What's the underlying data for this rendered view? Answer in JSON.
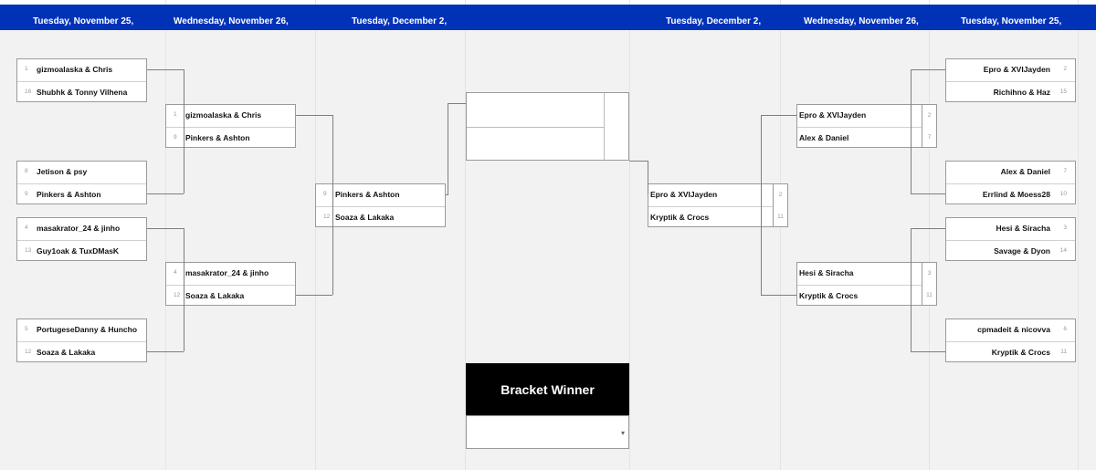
{
  "header": {
    "round_dates": [
      "Tuesday, November 25,",
      "Wednesday, November 26,",
      "Tuesday, December 2,",
      "Tuesday, December 2,",
      "Wednesday, November 26,",
      "Tuesday, November 25,"
    ]
  },
  "colors": {
    "header_bg": "#0032b8",
    "page_bg": "#f2f2f2",
    "winner_bg": "#000000"
  },
  "left": {
    "round1": [
      {
        "teams": [
          {
            "seed": "1",
            "name": "gizmoalaska & Chris"
          },
          {
            "seed": "16",
            "name": "Shubhk & Tonny Vilhena"
          }
        ]
      },
      {
        "teams": [
          {
            "seed": "8",
            "name": "Jetison & psy"
          },
          {
            "seed": "9",
            "name": "Pinkers & Ashton"
          }
        ]
      },
      {
        "teams": [
          {
            "seed": "4",
            "name": "masakrator_24 & jinho"
          },
          {
            "seed": "13",
            "name": "Guy1oak & TuxDMasK"
          }
        ]
      },
      {
        "teams": [
          {
            "seed": "5",
            "name": "PortugeseDanny & Huncho"
          },
          {
            "seed": "12",
            "name": "Soaza & Lakaka"
          }
        ]
      }
    ],
    "round2": [
      {
        "teams": [
          {
            "seed": "1",
            "name": "gizmoalaska & Chris"
          },
          {
            "seed": "9",
            "name": "Pinkers & Ashton"
          }
        ]
      },
      {
        "teams": [
          {
            "seed": "4",
            "name": "masakrator_24 & jinho"
          },
          {
            "seed": "12",
            "name": "Soaza & Lakaka"
          }
        ]
      }
    ],
    "round3": [
      {
        "teams": [
          {
            "seed": "9",
            "name": "Pinkers & Ashton"
          },
          {
            "seed": "12",
            "name": "Soaza & Lakaka"
          }
        ]
      }
    ]
  },
  "right": {
    "round1": [
      {
        "teams": [
          {
            "seed": "2",
            "name": "Epro & XVIJayden"
          },
          {
            "seed": "15",
            "name": "Richihno & Haz"
          }
        ]
      },
      {
        "teams": [
          {
            "seed": "7",
            "name": "Alex & Daniel"
          },
          {
            "seed": "10",
            "name": "Errlind & Moess28"
          }
        ]
      },
      {
        "teams": [
          {
            "seed": "3",
            "name": "Hesi & Siracha"
          },
          {
            "seed": "14",
            "name": "Savage & Dyon"
          }
        ]
      },
      {
        "teams": [
          {
            "seed": "6",
            "name": "cpmadeit & nicovva"
          },
          {
            "seed": "11",
            "name": "Kryptik & Crocs"
          }
        ]
      }
    ],
    "round2": [
      {
        "teams": [
          {
            "seed": "2",
            "name": "Epro & XVIJayden"
          },
          {
            "seed": "7",
            "name": "Alex & Daniel"
          }
        ]
      },
      {
        "teams": [
          {
            "seed": "3",
            "name": "Hesi & Siracha"
          },
          {
            "seed": "11",
            "name": "Kryptik & Crocs"
          }
        ]
      }
    ],
    "round3": [
      {
        "teams": [
          {
            "seed": "2",
            "name": "Epro & XVIJayden"
          },
          {
            "seed": "11",
            "name": "Kryptik & Crocs"
          }
        ]
      }
    ]
  },
  "winner": {
    "title": "Bracket Winner",
    "selected": "",
    "caret_icon": "dropdown-caret-icon"
  }
}
